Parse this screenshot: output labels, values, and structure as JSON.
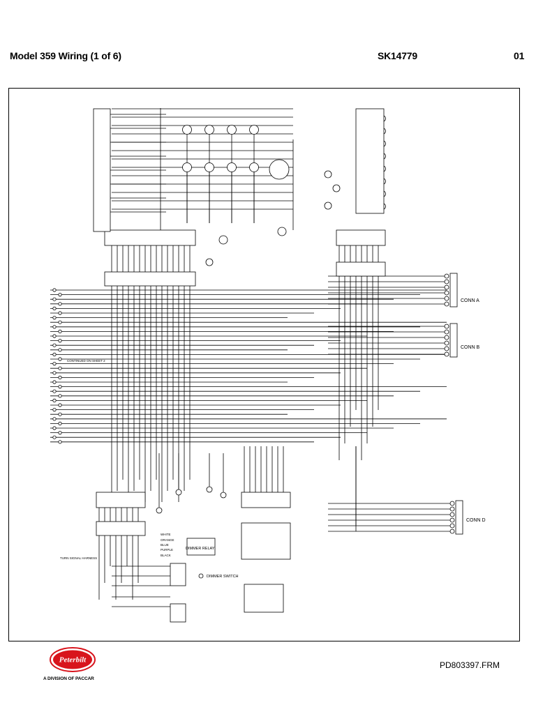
{
  "header": {
    "title": "Model 359 Wiring (1 of 6)",
    "sheet_id": "SK14779",
    "revision": "01"
  },
  "diagram": {
    "connector_labels": {
      "conn_a": "CONN A",
      "conn_b": "CONN B",
      "conn_d": "CONN D"
    },
    "dimmer_relay_label": "DIMMER RELAY",
    "dimmer_switch_label": "DIMMER SWITCH",
    "wire_colors": [
      "WHITE",
      "ORANGE",
      "BLUE",
      "PURPLE",
      "BLACK"
    ],
    "turn_signal_label": "TURN SIGNAL HARNESS",
    "continued_note": "CONTINUED ON SHEET 2"
  },
  "footer": {
    "brand": "Peterbilt",
    "division": "A DIVISION OF PACCAR",
    "file_ref": "PD803397.FRM",
    "brand_color": "#d8141c"
  }
}
